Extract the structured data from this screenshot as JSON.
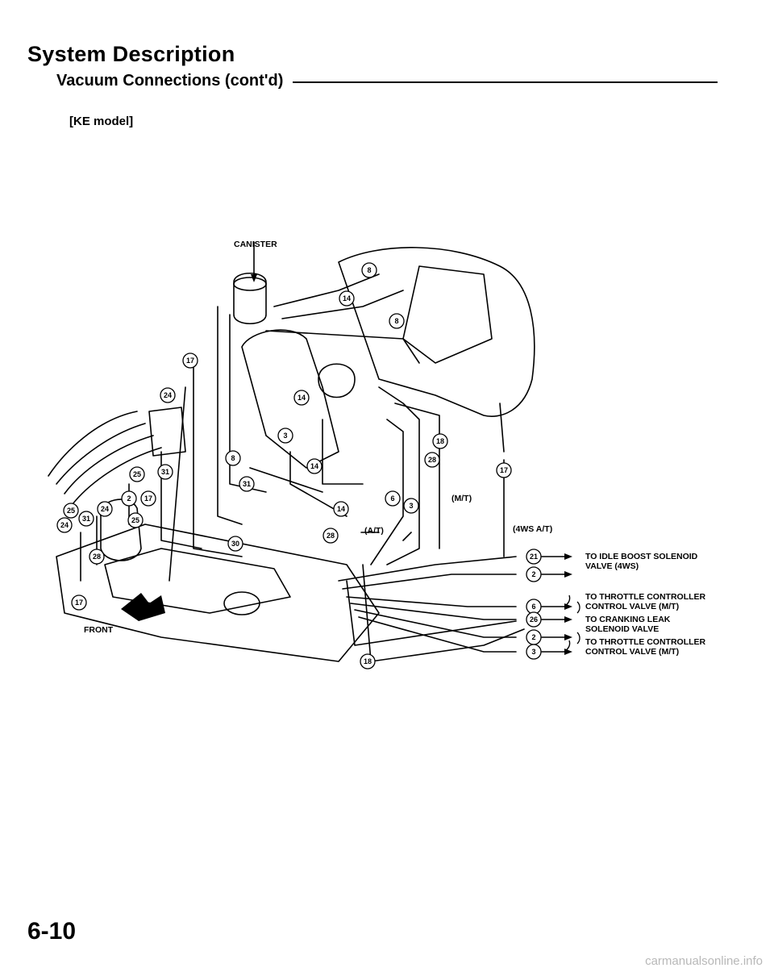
{
  "header": {
    "title": "System Description",
    "subtitle": "Vacuum Connections (cont'd)",
    "model": "[KE model]"
  },
  "diagram": {
    "canister_label": "CANISTER",
    "front_label": "FRONT",
    "mt_label": "(M/T)",
    "at_label": "(A/T)",
    "ws_at_label": "(4WS A/T)",
    "callouts": {
      "idle_boost_1": "TO IDLE BOOST SOLENOID",
      "idle_boost_2": "VALVE (4WS)",
      "throttle1_1": "TO THROTTLE CONTROLLER",
      "throttle1_2": "CONTROL VALVE (M/T)",
      "cranking_1": "TO CRANKING LEAK",
      "cranking_2": "SOLENOID VALVE",
      "throttle2_1": "TO THROTTLE CONTROLLER",
      "throttle2_2": "CONTROL VALVE (M/T)"
    },
    "hose_numbers": {
      "n8a": "8",
      "n14a": "14",
      "n8b": "8",
      "n17a": "17",
      "n24a": "24",
      "n14b": "14",
      "n3a": "3",
      "n18a": "18",
      "n28a": "28",
      "n17b": "17",
      "n25a": "25",
      "n31a": "31",
      "n8c": "8",
      "n31b": "31",
      "n14c": "14",
      "n2a": "2",
      "n17c": "17",
      "n25b": "25",
      "n28b": "28",
      "n6a": "6",
      "n3b": "3",
      "n14d": "14",
      "n25c": "25",
      "n24b": "24",
      "n31c": "31",
      "n24c": "24",
      "n30a": "30",
      "n28c": "28",
      "n17d": "17",
      "n18b": "18",
      "n21": "21",
      "n2b": "2",
      "n6b": "6",
      "n26": "26",
      "n2c": "2",
      "n3c": "3"
    }
  },
  "footer": {
    "page_number": "6-10",
    "watermark": "carmanualsonline.info"
  }
}
